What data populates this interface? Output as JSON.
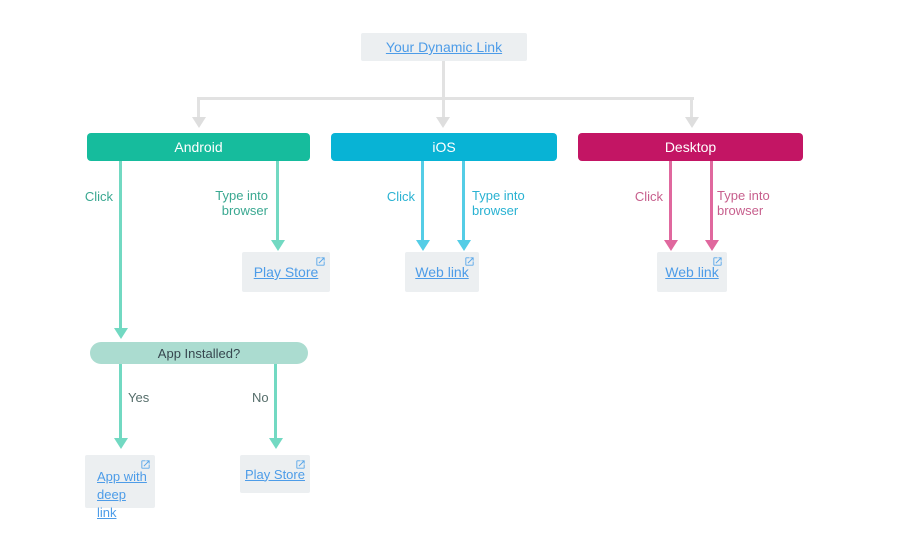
{
  "flow": {
    "root": {
      "label": "Your Dynamic Link"
    },
    "android": {
      "header": "Android",
      "click_label": "Click",
      "type_label": "Type into browser",
      "play_store_top": "Play Store",
      "decision_label": "App Installed?",
      "yes_label": "Yes",
      "no_label": "No",
      "app_deep_link": "App with deep link",
      "play_store_bottom": "Play Store"
    },
    "ios": {
      "header": "iOS",
      "click_label": "Click",
      "type_label": "Type into browser",
      "web_link": "Web link"
    },
    "desktop": {
      "header": "Desktop",
      "click_label": "Click",
      "type_label": "Type into browser",
      "web_link": "Web link"
    },
    "colors": {
      "android_header": "#16bc9d",
      "android_arrow": "#72d9c2",
      "ios_header": "#08b3d5",
      "ios_arrow": "#54cde6",
      "desktop_header": "#c31564",
      "desktop_arrow": "#e0689e",
      "link_blue": "#4d9ce8",
      "connector_gray": "#e2e2e2",
      "node_background": "#eceff1",
      "decision_background": "#abdcd0"
    }
  }
}
